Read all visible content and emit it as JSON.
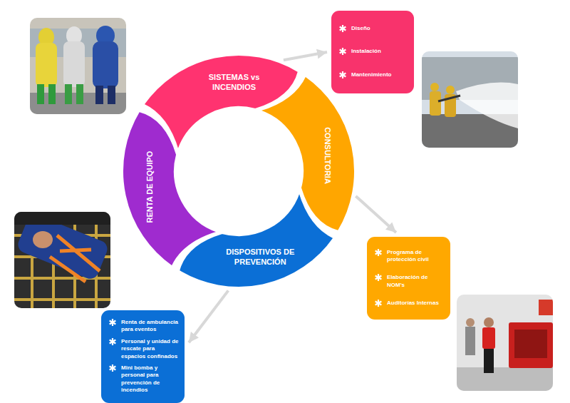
{
  "diagram": {
    "nodes": [
      {
        "text": [
          "SISTEMAS vs INCENDIOS"
        ]
      },
      {
        "text": [
          "Diseño",
          "Instalación",
          "Mantenimiento"
        ]
      },
      {
        "text": [
          "CONSULTORIA"
        ]
      },
      {
        "text": [
          "Programa de protección civil",
          "Elaboración de NOM's",
          "Auditorías Internas"
        ]
      },
      {
        "text": [
          "DISPOSITIVOS DE PREVENCIÓN"
        ]
      },
      {
        "text": [
          "Renta de ambulancia para eventos",
          "Personal y unidad de rescate para espacios confinados",
          "Mini bomba y personal para prevención de incendios"
        ]
      },
      {
        "text": [
          "RENTA DE EQUIPO"
        ]
      }
    ],
    "edges": [
      {
        "from": 0,
        "to": 1,
        "arrow": "to"
      },
      {
        "from": 2,
        "to": 3,
        "arrow": "to"
      },
      {
        "from": 4,
        "to": 5,
        "arrow": "to"
      }
    ]
  }
}
